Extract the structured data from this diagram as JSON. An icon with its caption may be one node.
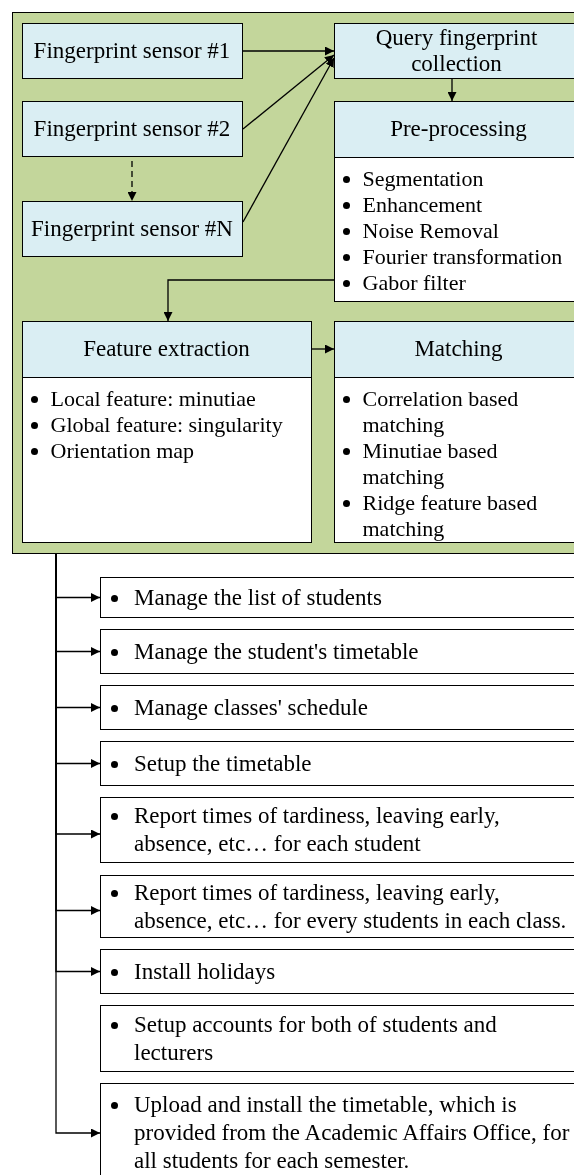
{
  "diagram": {
    "nodes": [
      {
        "text": [],
        "shape": "box"
      },
      {
        "text": [
          "Fingerprint sensor #1"
        ],
        "in": 0
      },
      {
        "text": [
          "Fingerprint sensor #2"
        ],
        "in": 0
      },
      {
        "text": [
          "Fingerprint sensor #N"
        ],
        "in": 0
      },
      {
        "text": [
          "Query fingerprint collection"
        ],
        "in": 0
      },
      {
        "text": [
          "Pre-processing",
          "Segmentation",
          "Enhancement",
          "Noise Removal",
          "Fourier transformation",
          "Gabor filter"
        ],
        "in": 0
      },
      {
        "text": [
          "Feature extraction",
          "Local feature: minutiae",
          "Global feature: singularity",
          "Orientation map"
        ],
        "in": 0
      },
      {
        "text": [
          "Matching",
          "Correlation based matching",
          "Minutiae based matching",
          "Ridge feature based matching"
        ],
        "in": 0
      },
      {
        "text": [
          "Manage the list of students"
        ]
      },
      {
        "text": [
          "Manage the student's timetable"
        ]
      },
      {
        "text": [
          "Manage classes' schedule"
        ]
      },
      {
        "text": [
          "Setup the timetable"
        ]
      },
      {
        "text": [
          "Report times of tardiness, leaving early, absence, etc… for each student"
        ]
      },
      {
        "text": [
          "Report times of tardiness, leaving early, absence, etc… for every students in each class."
        ]
      },
      {
        "text": [
          "Install holidays"
        ]
      },
      {
        "text": [
          "Setup accounts for both of students and lecturers"
        ]
      },
      {
        "text": [
          "Upload and install the timetable, which is provided from the Academic Affairs Office, for all students for each semester."
        ]
      }
    ],
    "edges": [
      {
        "from": 1,
        "to": 4,
        "arrow": "to"
      },
      {
        "from": 2,
        "to": 4,
        "arrow": "to"
      },
      {
        "from": 3,
        "to": 4,
        "arrow": "to"
      },
      {
        "from": 2,
        "to": 3,
        "arrow": "to",
        "style": "dashed"
      },
      {
        "from": 4,
        "to": 5,
        "arrow": "to"
      },
      {
        "from": 5,
        "to": 6,
        "arrow": "to"
      },
      {
        "from": 6,
        "to": 7,
        "arrow": "to"
      },
      {
        "from": 0,
        "to": 8,
        "arrow": "to"
      },
      {
        "from": 0,
        "to": 9,
        "arrow": "to"
      },
      {
        "from": 0,
        "to": 10,
        "arrow": "to"
      },
      {
        "from": 0,
        "to": 11,
        "arrow": "to"
      },
      {
        "from": 0,
        "to": 12,
        "arrow": "to"
      },
      {
        "from": 0,
        "to": 13,
        "arrow": "to"
      },
      {
        "from": 0,
        "to": 14,
        "arrow": "to"
      },
      {
        "from": 0,
        "to": 16,
        "arrow": "to"
      }
    ]
  }
}
